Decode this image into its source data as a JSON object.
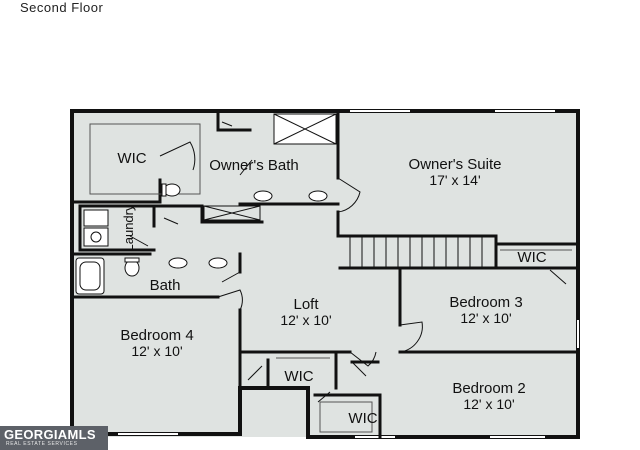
{
  "floor_label": "Second Floor",
  "rooms": {
    "wic_owner": "WIC",
    "owners_bath": "Owner's Bath",
    "owners_suite": "Owner's Suite",
    "owners_suite_size": "17' x 14'",
    "laundry": "Laundry",
    "wic_hall": "WIC",
    "bath": "Bath",
    "loft": "Loft",
    "loft_size": "12' x 10'",
    "bedroom3": "Bedroom 3",
    "bedroom3_size": "12' x 10'",
    "bedroom4": "Bedroom 4",
    "bedroom4_size": "12' x 10'",
    "wic_bed4": "WIC",
    "bedroom2": "Bedroom 2",
    "bedroom2_size": "12' x 10'",
    "wic_bed2": "WIC"
  },
  "watermark": {
    "name": "GEORGIAMLS",
    "subtitle": "REAL ESTATE SERVICES"
  },
  "colors": {
    "floor": "#dfe3e1",
    "wall": "#111111",
    "background": "#ffffff"
  }
}
